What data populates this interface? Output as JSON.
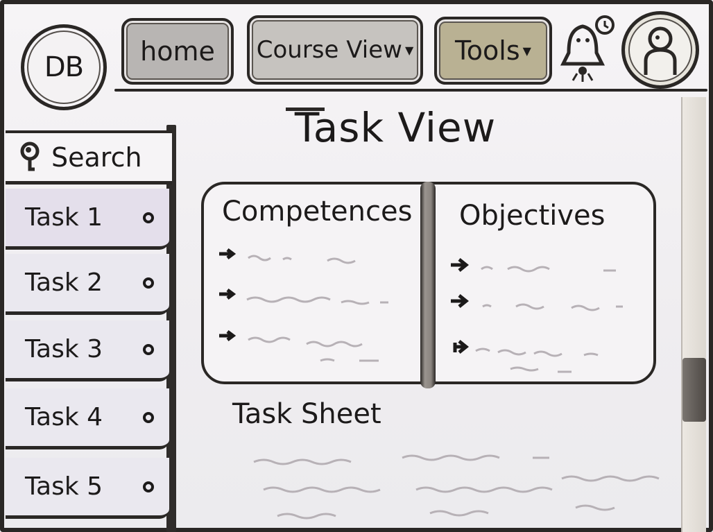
{
  "nav": {
    "logo": "DB",
    "home_label": "home",
    "course_view_label": "Course View",
    "tools_label": "Tools",
    "notification_icon": "bell-icon",
    "profile_icon": "user-avatar-icon"
  },
  "sidebar": {
    "search_label": "Search",
    "search_icon": "search-icon",
    "tasks": [
      {
        "label": "Task 1"
      },
      {
        "label": "Task 2"
      },
      {
        "label": "Task 3"
      },
      {
        "label": "Task 4"
      },
      {
        "label": "Task 5"
      }
    ]
  },
  "main": {
    "title": "Task View",
    "competences": {
      "heading": "Competences"
    },
    "objectives": {
      "heading": "Objectives"
    },
    "task_sheet": {
      "heading": "Task Sheet"
    }
  },
  "colors": {
    "ink": "#2a2725",
    "tools_button": "#b9b193",
    "home_button": "#b8b5b3",
    "course_button": "#c6c3bf",
    "paper": "#f3f1f4"
  }
}
